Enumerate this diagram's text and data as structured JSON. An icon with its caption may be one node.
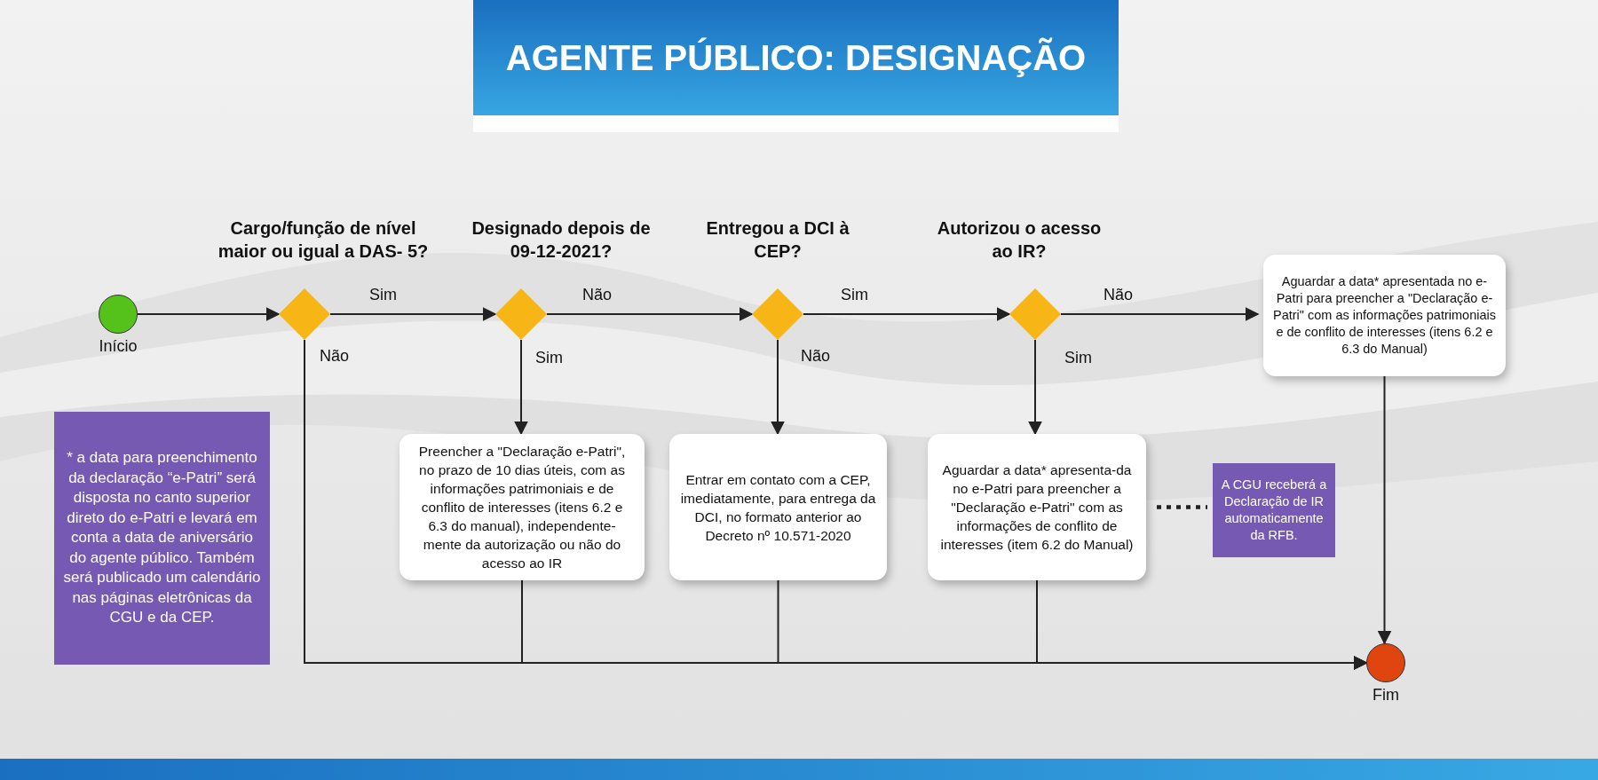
{
  "diagram": {
    "title": "AGENTE PÚBLICO: DESIGNAÇÃO",
    "nodes": [
      {
        "text": [],
        "shape": "circle",
        "beside": [
          "Início"
        ]
      },
      {
        "text": [
          "Cargo/função de nível maior ou igual a DAS- 5?"
        ]
      },
      {
        "text": [
          "Designado depois de 09-12-2021?"
        ]
      },
      {
        "text": [
          "Entregou a DCI à CEP?"
        ]
      },
      {
        "text": [
          "Autorizou o acesso ao IR?"
        ]
      },
      {
        "text": [
          "Aguardar a data* apresentada no e-Patri para preencher a \"Declaração e-Patri\" com as informações patrimoniais e de conflito de interesses (itens 6.2 e 6.3 do Manual)"
        ]
      },
      {
        "text": [
          "Preencher a \"Declaração e-Patri\", no prazo de 10 dias úteis, com as informações patrimoniais e de conflito de interesses (itens 6.2 e 6.3 do manual), independente-mente da autorização ou não do acesso ao IR"
        ]
      },
      {
        "text": [
          "Entrar em contato com a CEP, imediatamente, para entrega da DCI, no formato anterior ao Decreto nº 10.571-2020"
        ]
      },
      {
        "text": [
          "Aguardar a data* apresenta-da no e-Patri para preencher a \"Declaração e-Patri\" com as informações de conflito de interesses (item 6.2 do Manual)"
        ]
      },
      {
        "text": [
          "A CGU receberá a Declaração de IR automaticamente da RFB."
        ]
      },
      {
        "text": [],
        "shape": "circle",
        "beside": [
          "Fim"
        ]
      },
      {
        "text": [
          "* a data para preenchimento da declaração “e-Patri” será disposta no canto superior direto do e-Patri e levará em conta a data de aniversário do agente público. Também será publicado um calendário nas páginas eletrônicas da CGU e da CEP."
        ]
      }
    ],
    "edges": [
      {
        "from": 0,
        "to": 1,
        "arrow": "to"
      },
      {
        "from": 1,
        "to": 2,
        "arrow": "to",
        "label": "Sim"
      },
      {
        "from": 2,
        "to": 3,
        "arrow": "to",
        "label": "Não"
      },
      {
        "from": 3,
        "to": 4,
        "arrow": "to",
        "label": "Sim"
      },
      {
        "from": 4,
        "to": 5,
        "arrow": "to",
        "label": "Não"
      },
      {
        "from": 2,
        "to": 6,
        "arrow": "to",
        "label": "Sim"
      },
      {
        "from": 3,
        "to": 7,
        "arrow": "to",
        "label": "Não"
      },
      {
        "from": 4,
        "to": 8,
        "arrow": "to",
        "label": "Sim"
      },
      {
        "from": 1,
        "to": 10,
        "arrow": "to",
        "label": "Não"
      },
      {
        "from": 6,
        "to": 10,
        "arrow": "to"
      },
      {
        "from": 7,
        "to": 10,
        "arrow": "to"
      },
      {
        "from": 8,
        "to": 10,
        "arrow": "to"
      },
      {
        "from": 5,
        "to": 10,
        "arrow": "to"
      },
      {
        "from": 8,
        "to": 9,
        "arrow": "none",
        "style": "dashed"
      }
    ]
  }
}
